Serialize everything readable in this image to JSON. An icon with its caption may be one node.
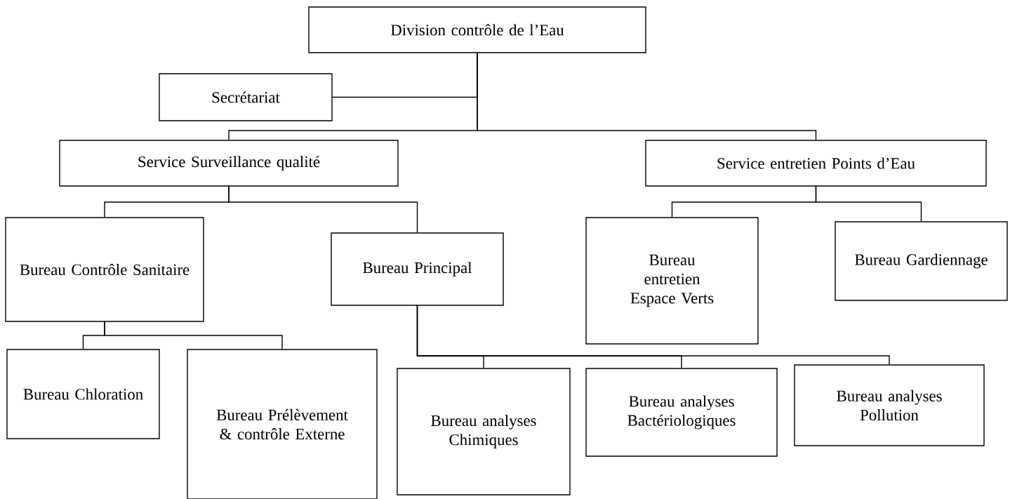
{
  "diagram": {
    "nodes": [
      {
        "text": [
          "Division contrôle de l’Eau"
        ]
      },
      {
        "text": [
          "Secrétariat"
        ]
      },
      {
        "text": [
          "Service Surveillance qualité"
        ]
      },
      {
        "text": [
          "Service entretien Points d’Eau"
        ]
      },
      {
        "text": [
          "Bureau Contrôle Sanitaire"
        ]
      },
      {
        "text": [
          "Bureau Principal"
        ]
      },
      {
        "text": [
          "Bureau entretien Espace Verts"
        ]
      },
      {
        "text": [
          "Bureau Gardiennage"
        ]
      },
      {
        "text": [
          "Bureau Chloration"
        ]
      },
      {
        "text": [
          "Bureau Prélèvement & contrôle Externe"
        ]
      },
      {
        "text": [
          "Bureau analyses Chimiques"
        ]
      },
      {
        "text": [
          "Bureau analyses Bactériologiques"
        ]
      },
      {
        "text": [
          "Bureau analyses Pollution"
        ]
      }
    ],
    "edges": [
      {
        "from": 0,
        "to": 1,
        "arrow": "none"
      },
      {
        "from": 0,
        "to": 2,
        "arrow": "none"
      },
      {
        "from": 0,
        "to": 3,
        "arrow": "none"
      },
      {
        "from": 2,
        "to": 4,
        "arrow": "none"
      },
      {
        "from": 2,
        "to": 5,
        "arrow": "none"
      },
      {
        "from": 3,
        "to": 6,
        "arrow": "none"
      },
      {
        "from": 3,
        "to": 7,
        "arrow": "none"
      },
      {
        "from": 4,
        "to": 8,
        "arrow": "none"
      },
      {
        "from": 4,
        "to": 9,
        "arrow": "none"
      },
      {
        "from": 5,
        "to": 10,
        "arrow": "none"
      },
      {
        "from": 5,
        "to": 11,
        "arrow": "none"
      },
      {
        "from": 5,
        "to": 12,
        "arrow": "none"
      }
    ]
  }
}
